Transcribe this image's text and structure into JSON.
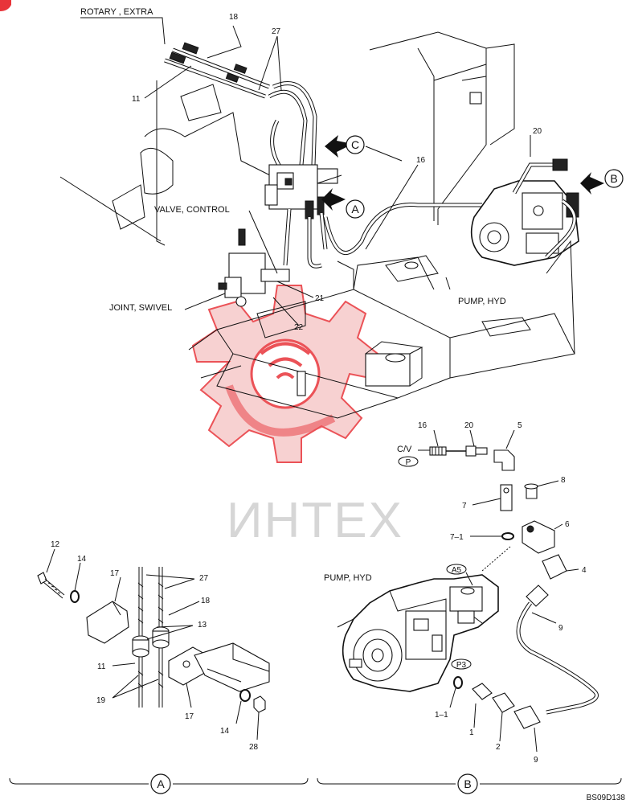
{
  "top_view": {
    "labels": {
      "rotary_extra": "ROTARY , EXTRA",
      "valve_control": "VALVE, CONTROL",
      "joint_swivel": "JOINT, SWIVEL",
      "pump_hyd": "PUMP, HYD"
    },
    "callouts": {
      "c": "C",
      "a": "A",
      "b": "B"
    },
    "numbers": {
      "n18": "18",
      "n11": "11",
      "n27": "27",
      "n16": "16",
      "n20": "20",
      "n21": "21",
      "n22": "22"
    }
  },
  "detail_b_top": {
    "cv_label": "C/V",
    "p_badge": "P",
    "numbers": {
      "n16": "16",
      "n20": "20",
      "n5": "5",
      "n8": "8",
      "n7": "7",
      "n7_1": "7–1",
      "n6": "6",
      "n4": "4",
      "n9a": "9"
    }
  },
  "detail_b_bottom": {
    "pump_label": "PUMP, HYD",
    "a5_badge": "A5",
    "p3_badge": "P3",
    "numbers": {
      "n1_1": "1–1",
      "n1": "1",
      "n2": "2",
      "n9b": "9"
    }
  },
  "detail_a": {
    "numbers": {
      "n12": "12",
      "n14a": "14",
      "n17a": "17",
      "n27": "27",
      "n18": "18",
      "n13": "13",
      "n11": "11",
      "n19": "19",
      "n17b": "17",
      "n14b": "14",
      "n28": "28"
    }
  },
  "footer": {
    "section_a": "A",
    "section_b": "B",
    "drawing_code": "BS09D138"
  },
  "watermark": {
    "text": "ИНТЕХ",
    "color": "#e8343a"
  }
}
